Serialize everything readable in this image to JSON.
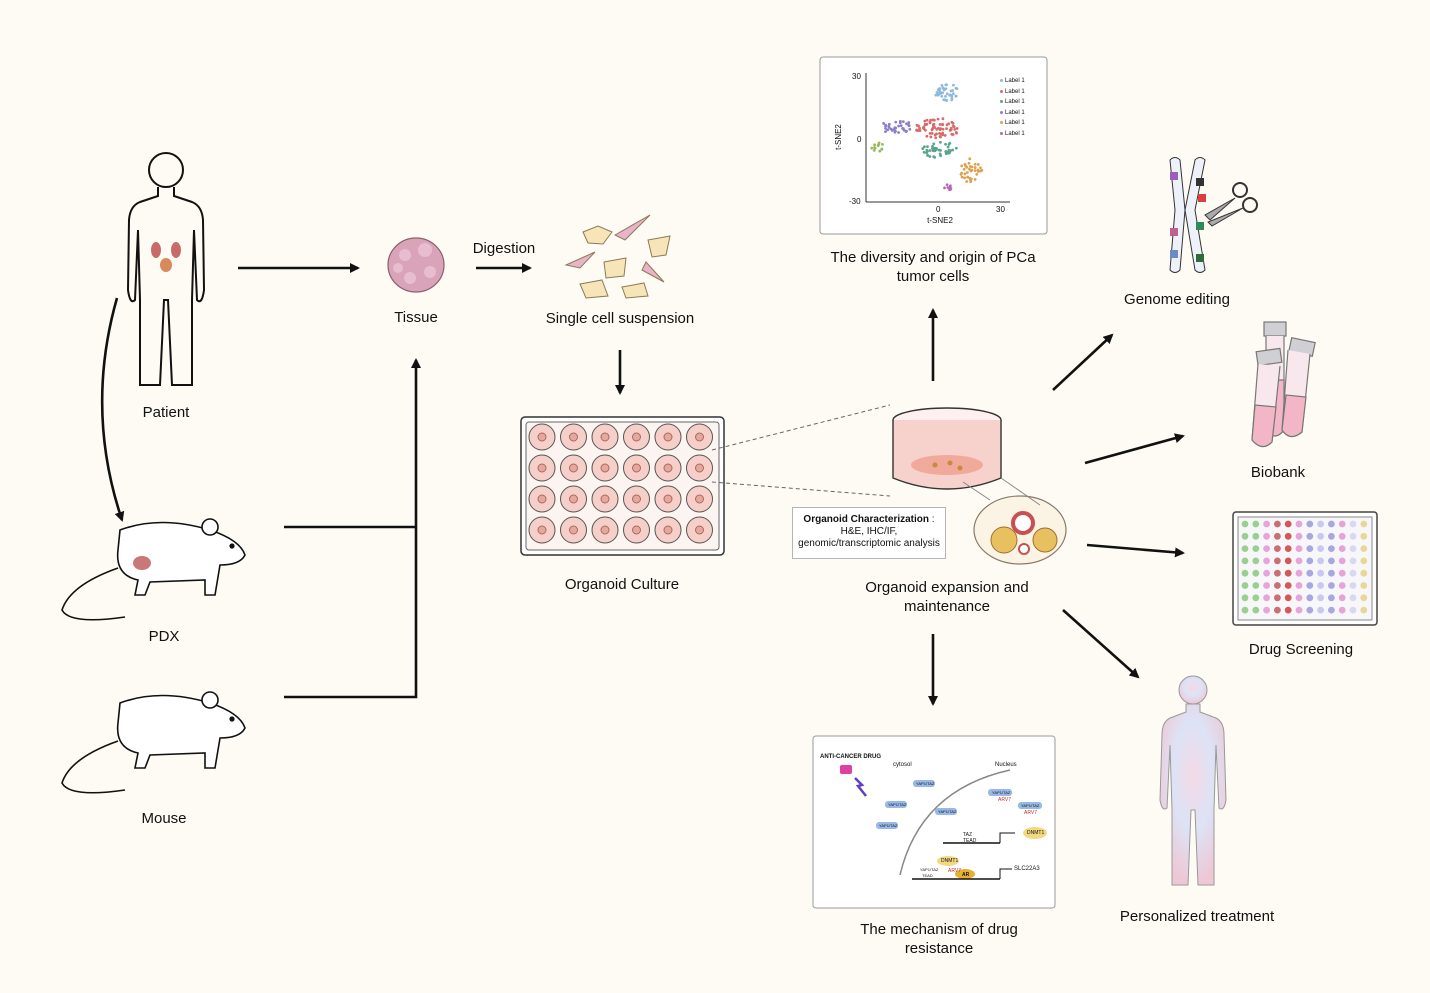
{
  "labels": {
    "patient": "Patient",
    "pdx": "PDX",
    "mouse": "Mouse",
    "tissue": "Tissue",
    "digestion": "Digestion",
    "single_cell": "Single cell suspension",
    "organoid_culture": "Organoid Culture",
    "diversity_line1": "The diversity and origin of PCa",
    "diversity_line2": "tumor cells",
    "expansion_line1": "Organoid expansion and",
    "expansion_line2": "maintenance",
    "mechanism_line1": "The mechanism of drug",
    "mechanism_line2": "resistance",
    "genome_editing": "Genome editing",
    "biobank": "Biobank",
    "drug_screening": "Drug Screening",
    "personalized": "Personalized treatment"
  },
  "characterization": {
    "title": "Organoid Characterization",
    "sep": " :",
    "line2": "H&E, IHC/IF,",
    "line3": "genomic/transcriptomic analysis"
  },
  "tsne": {
    "xlabel": "t-SNE2",
    "ylabel": "t-SNE2",
    "yticks": [
      "30",
      "0",
      "-30"
    ],
    "xticks": [
      "0",
      "30"
    ],
    "legend": [
      "Label 1",
      "Label 1",
      "Label 1",
      "Label 1",
      "Label 1",
      "Label 1"
    ],
    "legend_colors": [
      "#8fb8d8",
      "#d86a6a",
      "#5aa58a",
      "#8d7ec9",
      "#e0a050",
      "#b46ab4"
    ]
  },
  "mechanism": {
    "drug": "ANTI-CANCER DRUG",
    "cytosol": "cytosol",
    "nucleus": "Nucleus",
    "yap": "YAP1/TAZ",
    "arv7": "ARV7",
    "taz": "TAZ",
    "tead": "TEAD",
    "dnmt1": "DNMT1",
    "ar": "AR",
    "slc": "SLC22A3"
  },
  "colors": {
    "organoid_well": "#f6cfc8",
    "arrow": "#111111",
    "plate_dots": [
      "#9ad08f",
      "#9ad08f",
      "#e6a4d8",
      "#c97070",
      "#d55858",
      "#e6a4d8",
      "#a8a8e0",
      "#c8c8f0",
      "#a8a8e0",
      "#e6a4d8",
      "#d8d8f0",
      "#e8d898"
    ]
  }
}
